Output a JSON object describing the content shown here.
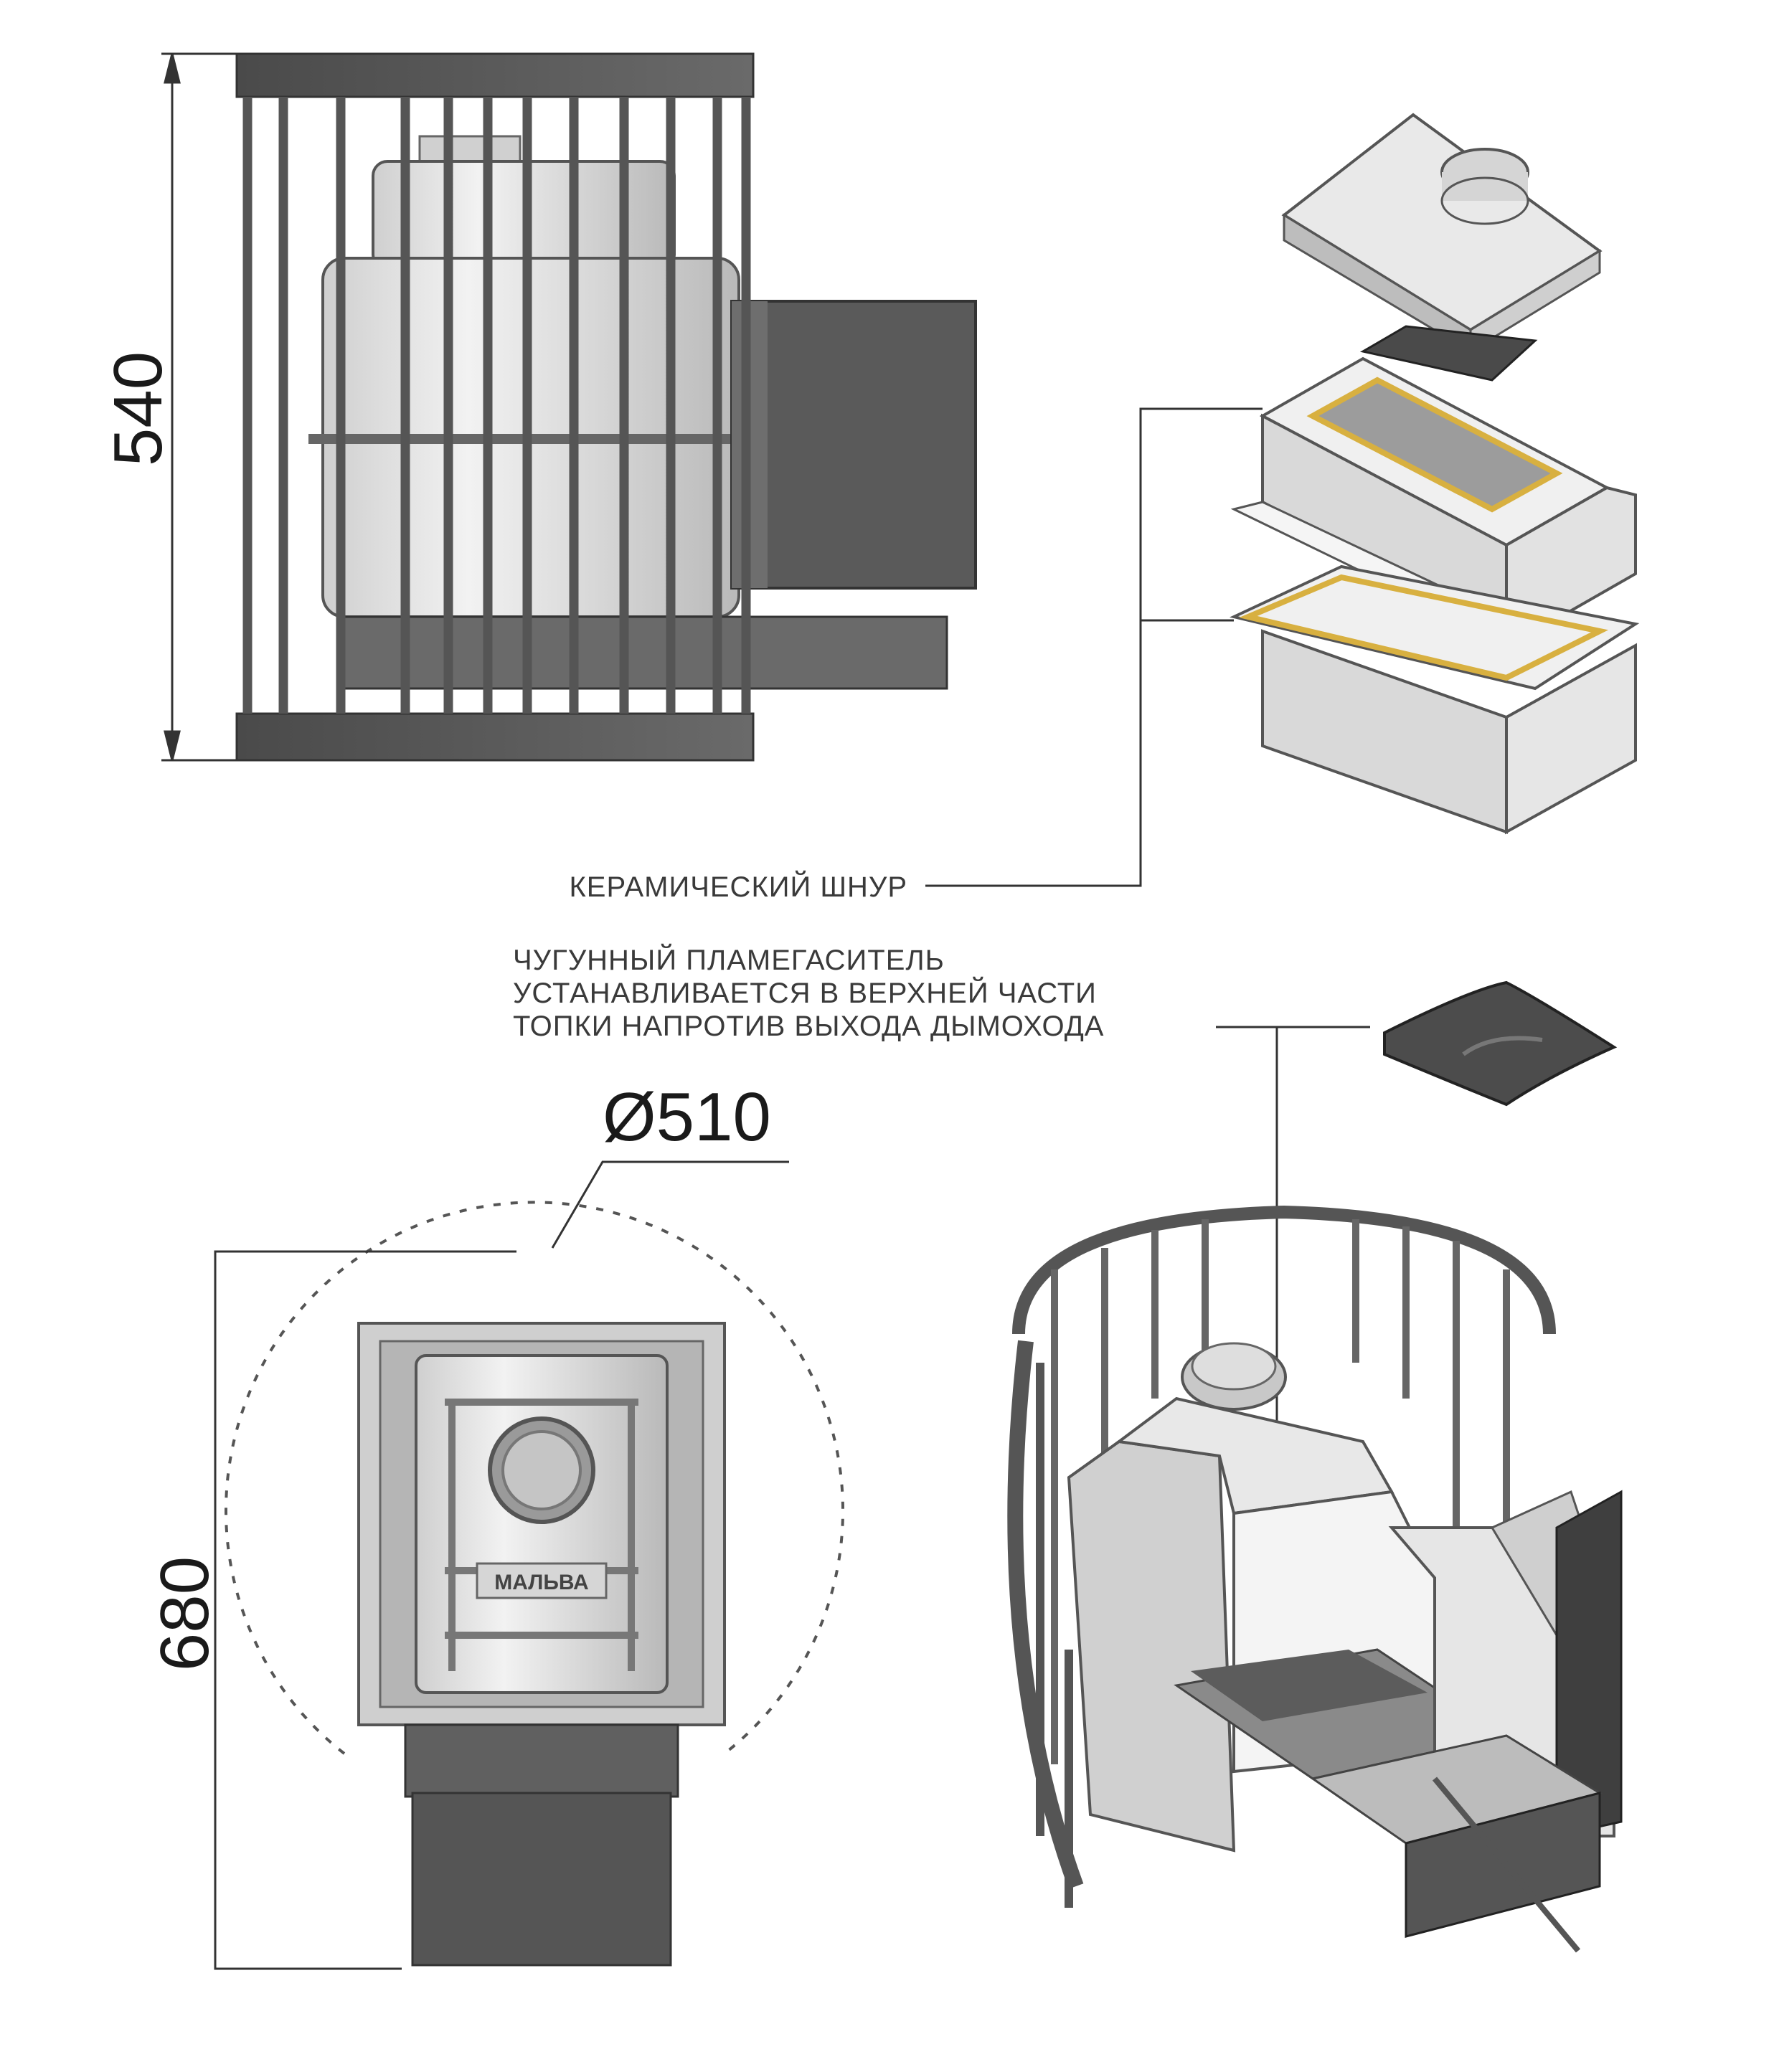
{
  "dimensions": {
    "height_cage": "540",
    "height_front": "680",
    "diameter": "Ø510"
  },
  "callouts": {
    "ceramic_cord": "КЕРАМИЧЕСКИЙ ШНУР",
    "flame_arrester_line1": "ЧУГУННЫЙ ПЛАМЕГАСИТЕЛЬ",
    "flame_arrester_line2": "УСТАНАВЛИВАЕТСЯ В ВЕРХНЕЙ ЧАСТИ",
    "flame_arrester_line3": "ТОПКИ НАПРОТИВ ВЫХОДА ДЫМОХОДА"
  },
  "door_logo": "МАЛЬВА",
  "colors": {
    "steel": "#555555",
    "frame": "#444444",
    "cast_iron_light": "#ededed",
    "cast_iron_mid": "#bdbdbd",
    "cord": "#d8b040",
    "dimension_line": "#333333"
  }
}
